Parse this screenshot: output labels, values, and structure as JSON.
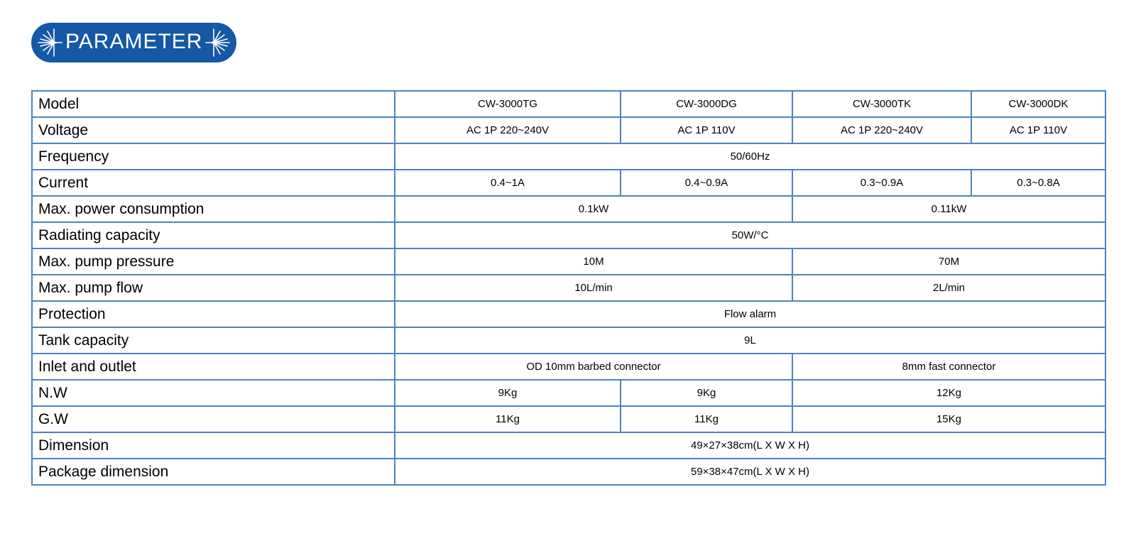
{
  "header": {
    "badge_label": "PARAMETER",
    "badge_color": "#1558a6",
    "badge_text_color": "#ffffff"
  },
  "table": {
    "outer_border_color": "#0d57a7",
    "inner_border_color": "#4c83c3",
    "columns": [
      "label",
      "col1",
      "col2",
      "col3",
      "col4"
    ],
    "rows": [
      {
        "label": "Model",
        "cells": [
          {
            "text": "CW-3000TG",
            "span": 1
          },
          {
            "text": "CW-3000DG",
            "span": 1
          },
          {
            "text": "CW-3000TK",
            "span": 1
          },
          {
            "text": "CW-3000DK",
            "span": 1
          }
        ]
      },
      {
        "label": "Voltage",
        "cells": [
          {
            "text": "AC 1P 220~240V",
            "span": 1
          },
          {
            "text": "AC 1P 110V",
            "span": 1
          },
          {
            "text": "AC 1P 220~240V",
            "span": 1
          },
          {
            "text": "AC 1P 110V",
            "span": 1
          }
        ]
      },
      {
        "label": "Frequency",
        "cells": [
          {
            "text": "50/60Hz",
            "span": 4
          }
        ]
      },
      {
        "label": "Current",
        "cells": [
          {
            "text": "0.4~1A",
            "span": 1
          },
          {
            "text": "0.4~0.9A",
            "span": 1
          },
          {
            "text": "0.3~0.9A",
            "span": 1
          },
          {
            "text": "0.3~0.8A",
            "span": 1
          }
        ]
      },
      {
        "label": "Max. power consumption",
        "cells": [
          {
            "text": "0.1kW",
            "span": 2
          },
          {
            "text": "0.11kW",
            "span": 2
          }
        ]
      },
      {
        "label": "Radiating capacity",
        "cells": [
          {
            "text": "50W/°C",
            "span": 4
          }
        ]
      },
      {
        "label": "Max. pump pressure",
        "cells": [
          {
            "text": "10M",
            "span": 2
          },
          {
            "text": "70M",
            "span": 2
          }
        ]
      },
      {
        "label": "Max. pump flow",
        "cells": [
          {
            "text": "10L/min",
            "span": 2
          },
          {
            "text": "2L/min",
            "span": 2
          }
        ]
      },
      {
        "label": "Protection",
        "cells": [
          {
            "text": "Flow alarm",
            "span": 4
          }
        ]
      },
      {
        "label": "Tank capacity",
        "cells": [
          {
            "text": "9L",
            "span": 4
          }
        ]
      },
      {
        "label": "Inlet and outlet",
        "cells": [
          {
            "text": "OD 10mm barbed connector",
            "span": 2
          },
          {
            "text": "8mm fast connector",
            "span": 2
          }
        ]
      },
      {
        "label": "N.W",
        "cells": [
          {
            "text": "9Kg",
            "span": 1
          },
          {
            "text": "9Kg",
            "span": 1
          },
          {
            "text": "12Kg",
            "span": 2
          }
        ]
      },
      {
        "label": "G.W",
        "cells": [
          {
            "text": "11Kg",
            "span": 1
          },
          {
            "text": "11Kg",
            "span": 1
          },
          {
            "text": "15Kg",
            "span": 2
          }
        ]
      },
      {
        "label": "Dimension",
        "cells": [
          {
            "text": "49×27×38cm(L X W X H)",
            "span": 4
          }
        ]
      },
      {
        "label": "Package dimension",
        "cells": [
          {
            "text": "59×38×47cm(L X W X H)",
            "span": 4
          }
        ]
      }
    ]
  }
}
